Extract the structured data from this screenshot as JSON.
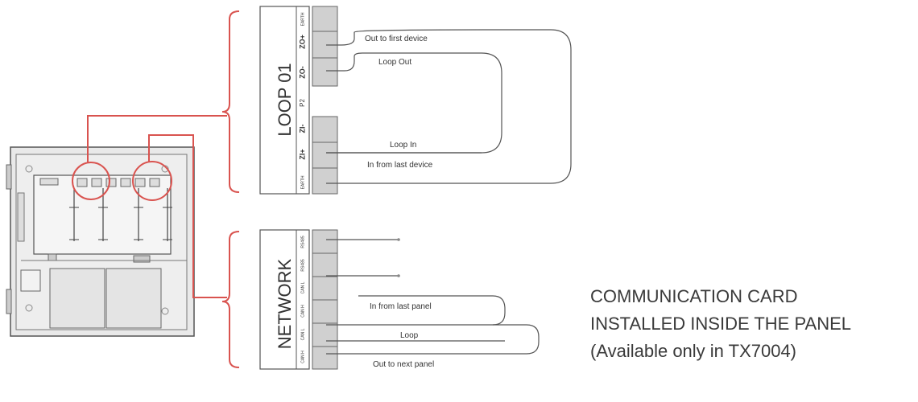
{
  "colors": {
    "red": "#d9534f",
    "wire": "#555555",
    "terminal": "#d0d0d0",
    "panel_fill": "#e8e8e8",
    "caption": "#3a3a3a"
  },
  "loop_block": {
    "title": "LOOP 01",
    "pin_labels": [
      "EARTH",
      "ZO+",
      "ZO-",
      "ZI-",
      "ZI+",
      "EARTH"
    ],
    "p2_label": "P2",
    "wires": {
      "out_first": "Out to first device",
      "loop_out": "Loop Out",
      "loop_in": "Loop In",
      "in_last": "In from last device"
    }
  },
  "network_block": {
    "title": "NETWORK",
    "pin_labels": [
      "RS485",
      "RS485",
      "CAN L",
      "CAN H",
      "CAN L",
      "CAN H"
    ],
    "wires": {
      "in_last_panel": "In from last panel",
      "loop": "Loop",
      "out_next_panel": "Out to next panel"
    }
  },
  "caption": {
    "line1": "COMMUNICATION CARD",
    "line2": "INSTALLED INSIDE THE PANEL",
    "line3": "(Available only in TX7004)"
  }
}
